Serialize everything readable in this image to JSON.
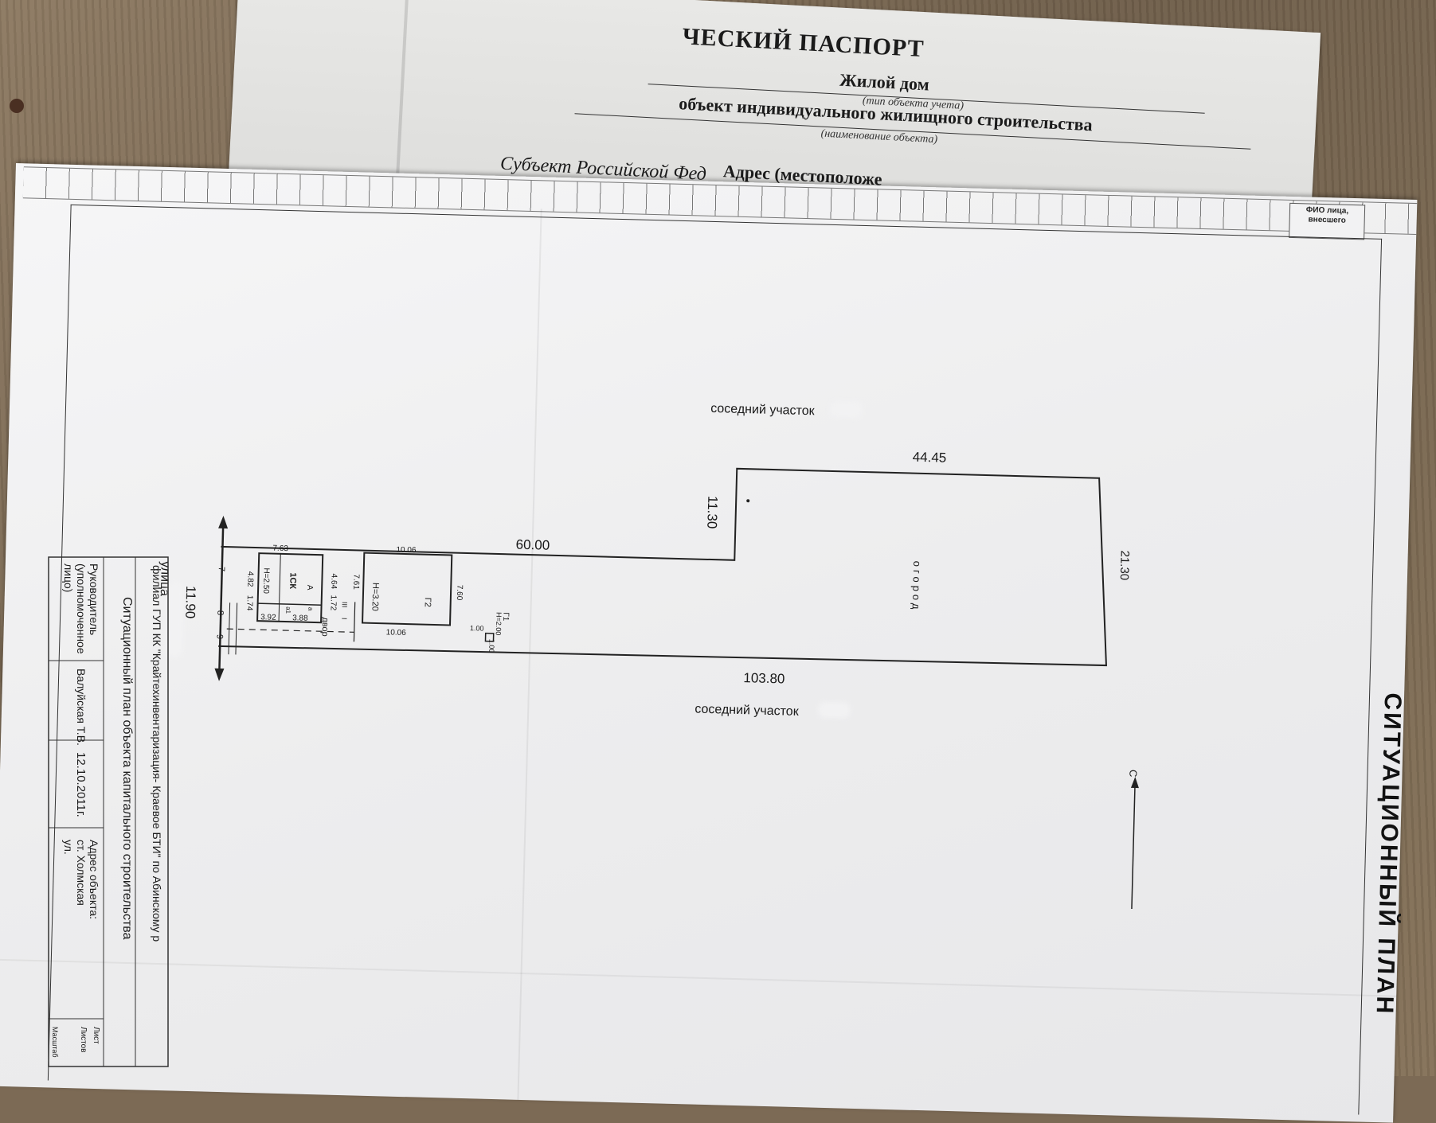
{
  "back_page": {
    "title": "ЧЕСКИЙ ПАСПОРТ",
    "object_type_value": "Жилой дом",
    "object_type_caption": "(тип объекта учета)",
    "object_name_value": "объект индивидуального жилищного строительства",
    "object_name_caption": "(наименование объекта)",
    "address_label": "Адрес (местоположе",
    "subject_label": "Субъект Российской Фед"
  },
  "sheet": {
    "fio_box": "ФИО лица, внесшего",
    "plan_title": "СИТУАЦИОННЫЙ ПЛАН",
    "neighbor_top": "соседний участок",
    "neighbor_bottom": "соседний участок",
    "street_label": "улица",
    "garden_label": "огород",
    "yard_label": "двор",
    "compass": "С"
  },
  "dimensions": {
    "top_long": "60.00",
    "top_step": "44.45",
    "step_height": "11.30",
    "right_side": "21.30",
    "bottom": "103.80",
    "front": "11.90",
    "house_width": "7.63",
    "house_a": "4.64",
    "house_b": "4.82",
    "house_c": "1.74",
    "house_d": "1.72",
    "house_e": "3.92",
    "house_f": "3.88",
    "house_h": "Н=2.50",
    "house_label": "1СК",
    "house_letter": "А",
    "garage_top": "10.06",
    "garage_bottom": "10.06",
    "garage_left": "7.61",
    "garage_right": "7.60",
    "garage_h": "Н=3.20",
    "garage_label": "Г2",
    "g1_label": "Г1",
    "g1_h": "Н=2.00",
    "g1_size": "1.00",
    "g1_size2": "1.00",
    "marker_7": "7",
    "marker_8": "8",
    "marker_9": "9",
    "marker_roman_3": "III",
    "marker_roman_1": "I",
    "marker_a1": "а1",
    "marker_a": "а"
  },
  "title_block": {
    "org": "филиал ГУП КК \"Крайтехинвентаризация- Краевое БТИ\" по Абинскому р",
    "doc_title": "Ситуационный план объекта капитального строительства",
    "role_1": "Руководитель",
    "role_2": "(уполномоченное",
    "role_3": "лицо)",
    "person": "Валуйская Т.В.",
    "date": "12.10.2011г.",
    "addr_1": "Адрес объекта:",
    "addr_2": "ст. Холмская",
    "addr_3": "ул.",
    "sheet_1": "Лист",
    "sheet_2": "Листов",
    "scale": "Масштаб"
  }
}
